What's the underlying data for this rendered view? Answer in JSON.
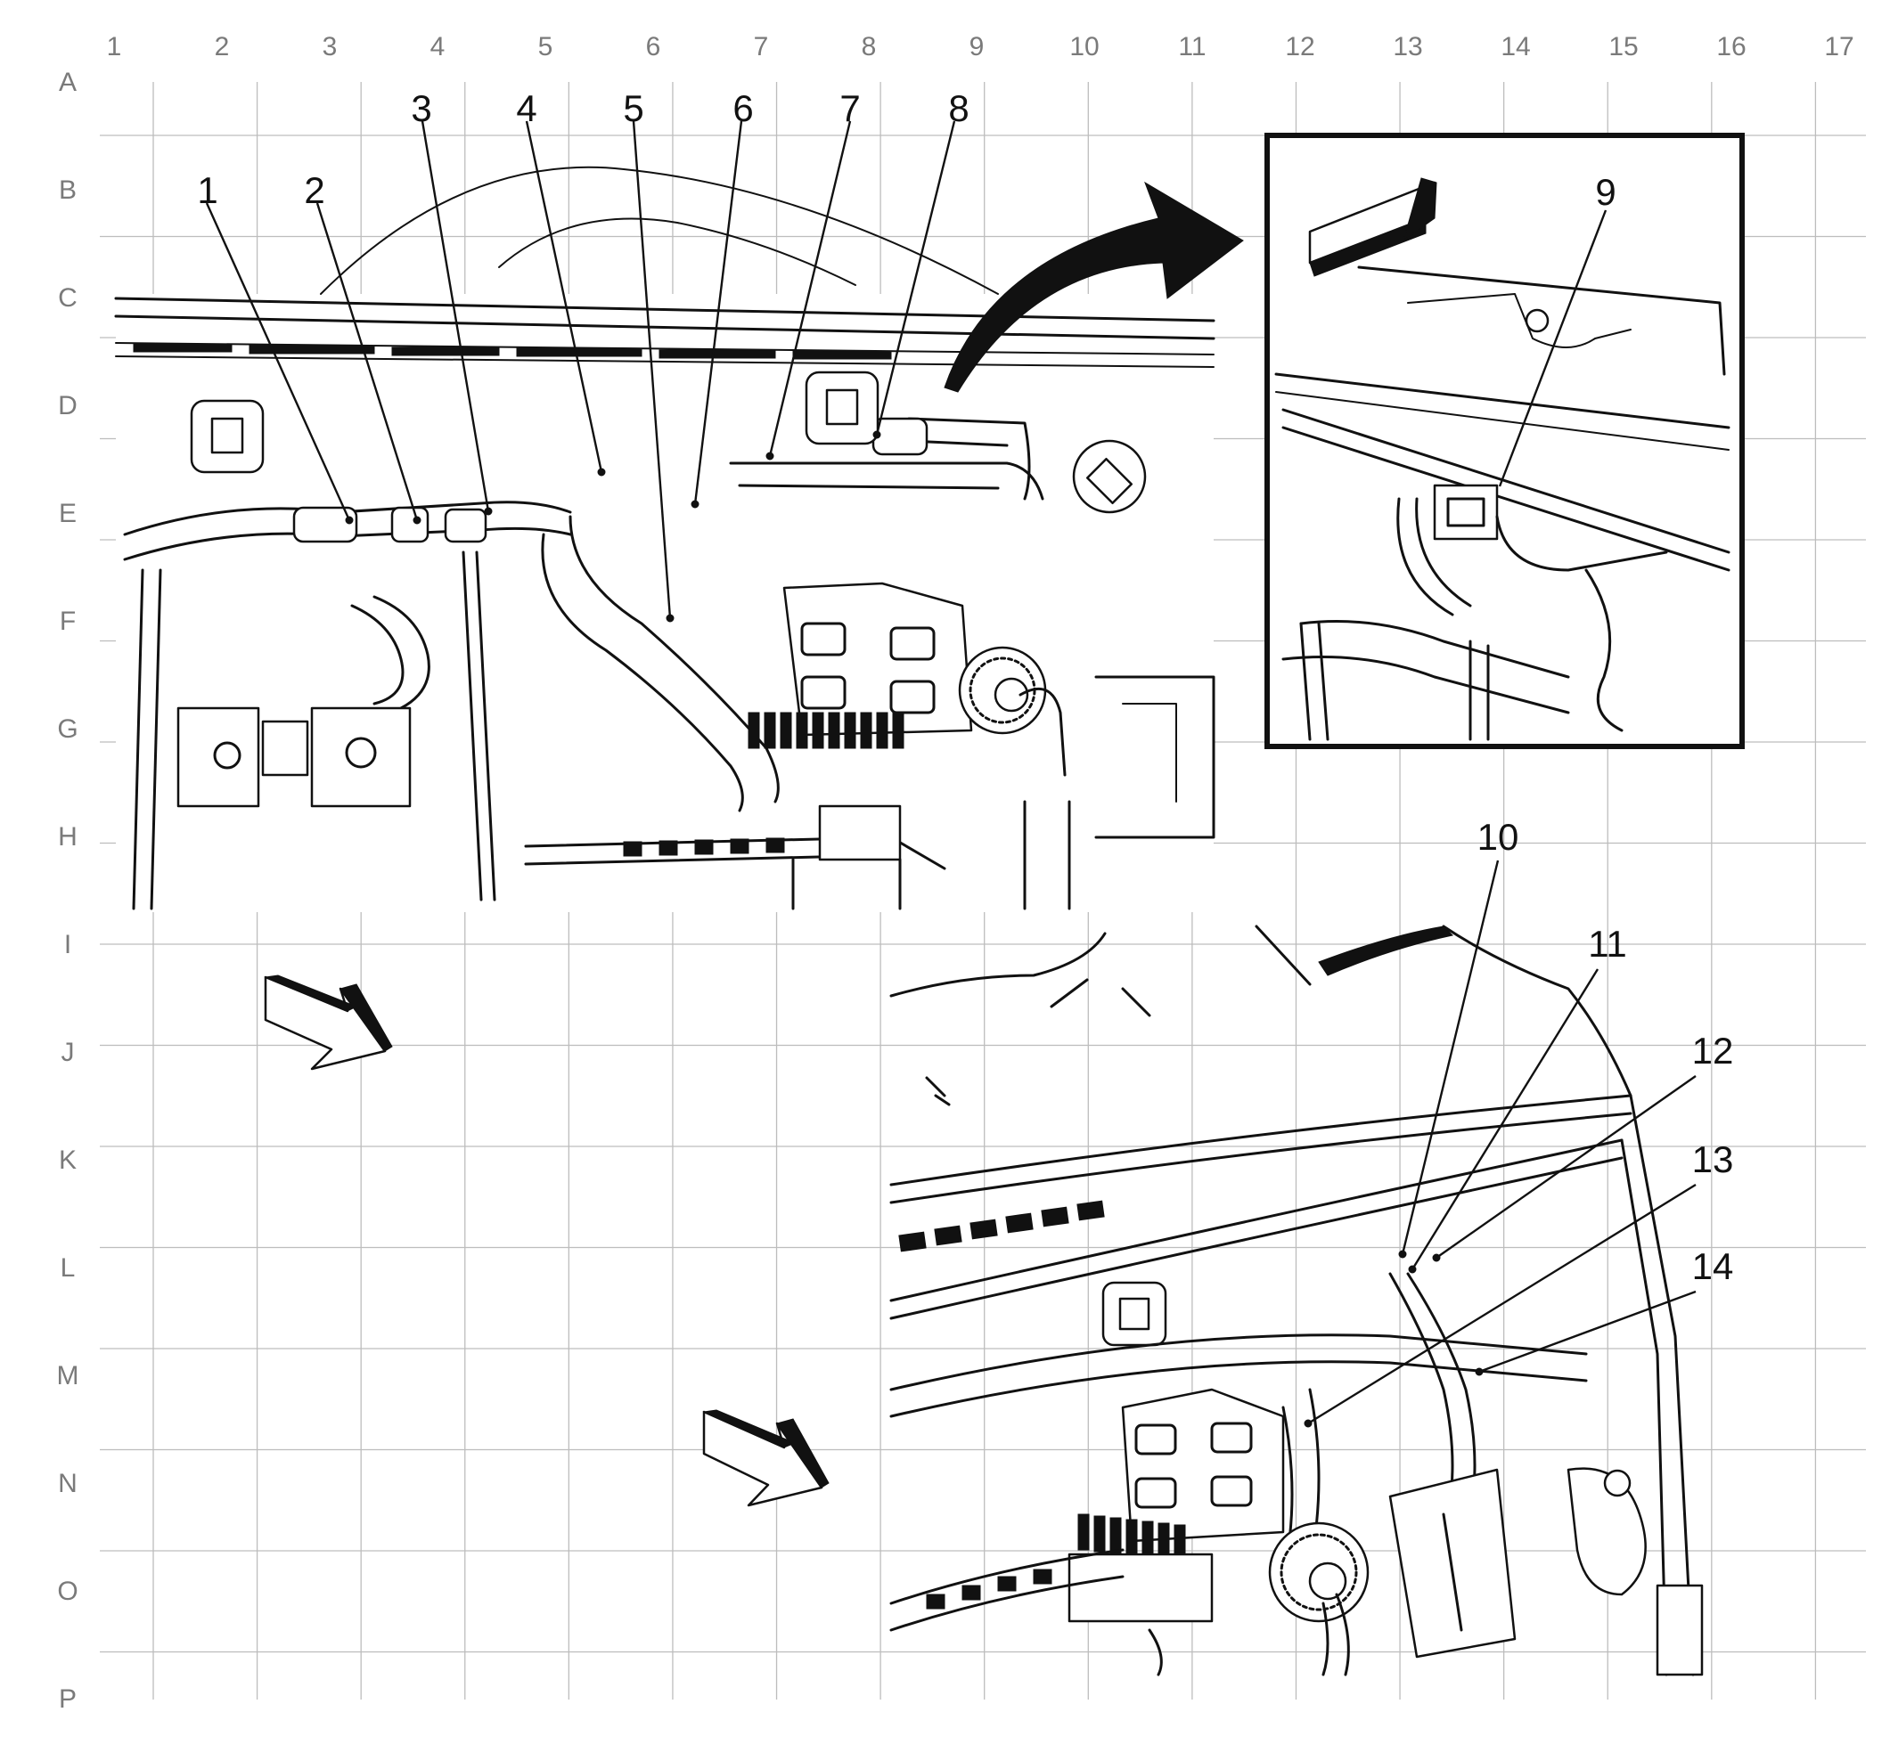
{
  "grid": {
    "columns": [
      "1",
      "2",
      "3",
      "4",
      "5",
      "6",
      "7",
      "8",
      "9",
      "10",
      "11",
      "12",
      "13",
      "14",
      "15",
      "16",
      "17"
    ],
    "rows": [
      "A",
      "B",
      "C",
      "D",
      "E",
      "F",
      "G",
      "H",
      "I",
      "J",
      "K",
      "L",
      "M",
      "N",
      "O",
      "P"
    ]
  },
  "callouts": [
    "1",
    "2",
    "3",
    "4",
    "5",
    "6",
    "7",
    "8",
    "9",
    "10",
    "11",
    "12",
    "13",
    "14"
  ]
}
